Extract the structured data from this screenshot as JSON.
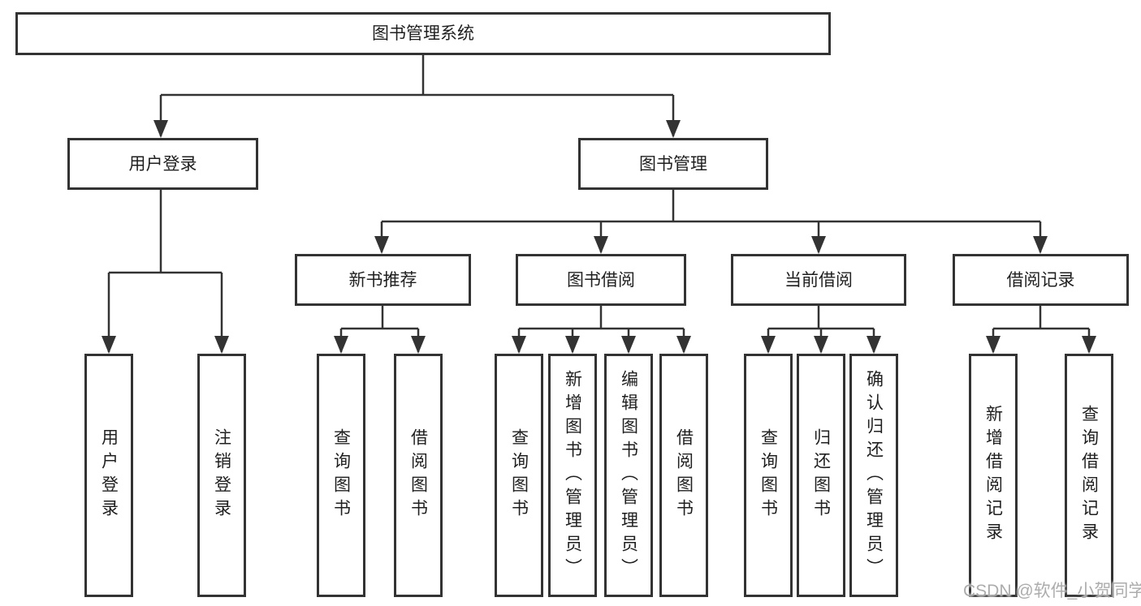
{
  "diagram": {
    "root": "图书管理系统",
    "user_branch": {
      "label": "用户登录",
      "children": [
        "用户登录",
        "注销登录"
      ]
    },
    "mgmt_branch": {
      "label": "图书管理",
      "sections": [
        {
          "label": "新书推荐",
          "children": [
            "查询图书",
            "借阅图书"
          ]
        },
        {
          "label": "图书借阅",
          "children": [
            "查询图书",
            "新增图书（管理员）",
            "编辑图书（管理员）",
            "借阅图书"
          ]
        },
        {
          "label": "当前借阅",
          "children": [
            "查询图书",
            "归还图书",
            "确认归还（管理员）"
          ]
        },
        {
          "label": "借阅记录",
          "children": [
            "新增借阅记录",
            "查询借阅记录"
          ]
        }
      ]
    }
  },
  "colors": {
    "line": "#333333",
    "box_border": "#333333",
    "text": "#1f1f1f",
    "watermark": "#9e9e9e"
  },
  "watermark": "CSDN @软件_小贺同学"
}
